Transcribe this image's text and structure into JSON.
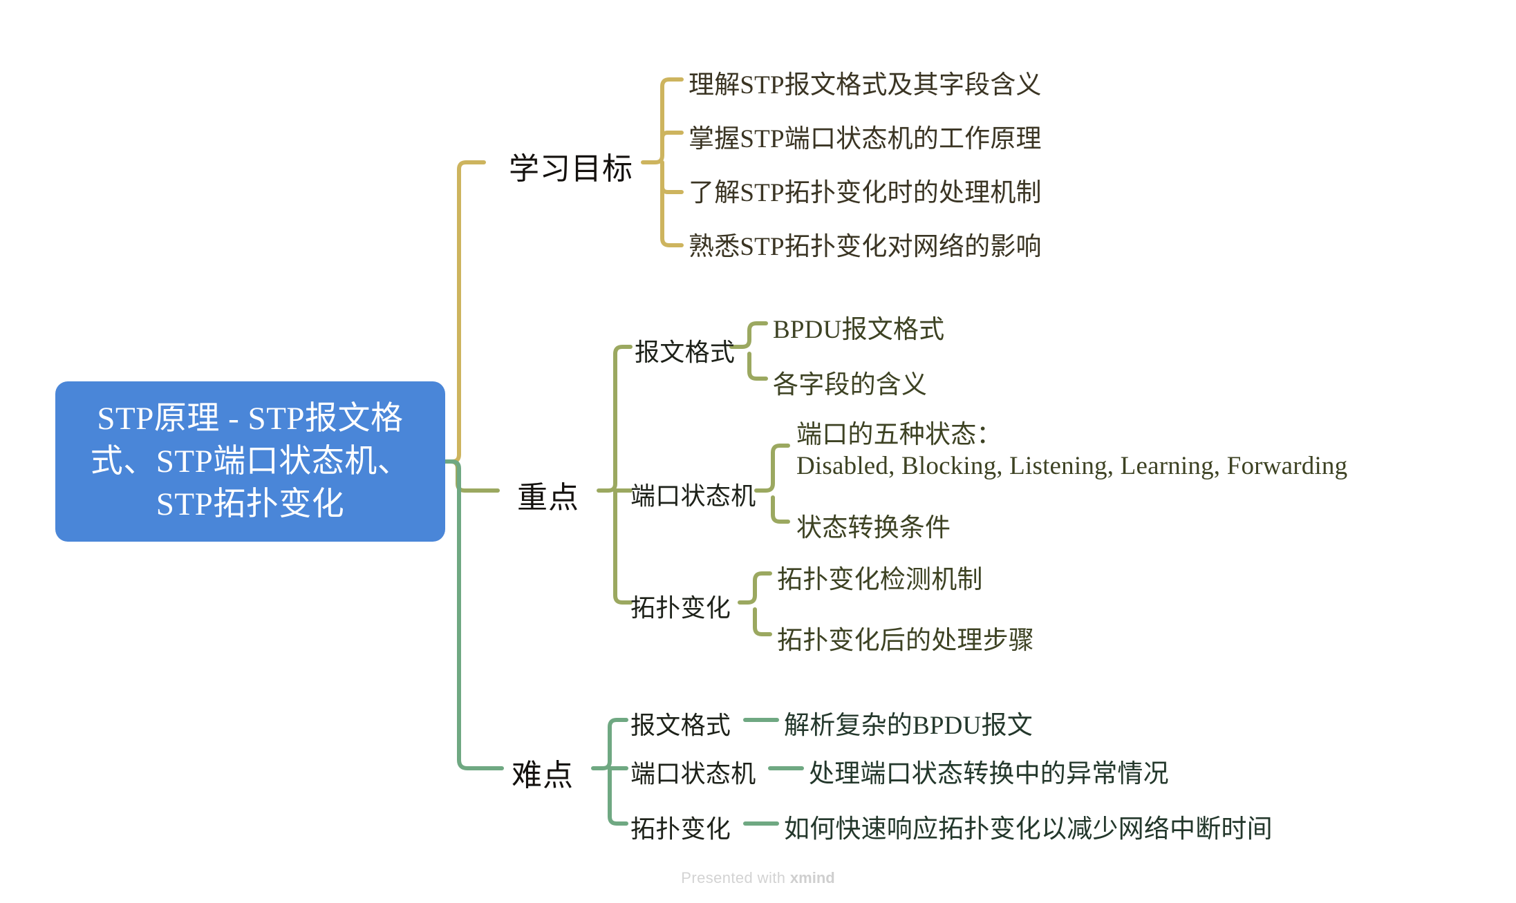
{
  "app": {
    "watermark_prefix": "Presented with",
    "watermark_brand": "xmind"
  },
  "colors": {
    "root_fill": "#4a86d8",
    "root_text": "#ffffff",
    "branch_goal": "#cdb45e",
    "branch_key": "#9ba860",
    "branch_hard": "#6fa882",
    "leaf_text_olive": "#3d4223",
    "level1_text": "#14110e",
    "background": "#ffffff",
    "watermark_text": "#d3d3d3"
  },
  "root": {
    "label": "STP原理 - STP报文格\n式、STP端口状态机、\nSTP拓扑变化"
  },
  "branches": [
    {
      "id": "learning-goals",
      "label": "学习目标",
      "color": "#cdb45e",
      "children": [
        {
          "label": "理解STP报文格式及其字段含义"
        },
        {
          "label": "掌握STP端口状态机的工作原理"
        },
        {
          "label": "了解STP拓扑变化时的处理机制"
        },
        {
          "label": "熟悉STP拓扑变化对网络的影响"
        }
      ]
    },
    {
      "id": "key-points",
      "label": "重点",
      "color": "#9ba860",
      "children": [
        {
          "label": "报文格式",
          "children": [
            {
              "label": "BPDU报文格式"
            },
            {
              "label": "各字段的含义"
            }
          ]
        },
        {
          "label": "端口状态机",
          "children": [
            {
              "label": "端口的五种状态：\nDisabled, Blocking, Listening, Learning, Forwarding"
            },
            {
              "label": "状态转换条件"
            }
          ]
        },
        {
          "label": "拓扑变化",
          "children": [
            {
              "label": "拓扑变化检测机制"
            },
            {
              "label": "拓扑变化后的处理步骤"
            }
          ]
        }
      ]
    },
    {
      "id": "difficult-points",
      "label": "难点",
      "color": "#6fa882",
      "children": [
        {
          "label": "报文格式",
          "children": [
            {
              "label": "解析复杂的BPDU报文"
            }
          ]
        },
        {
          "label": "端口状态机",
          "children": [
            {
              "label": "处理端口状态转换中的异常情况"
            }
          ]
        },
        {
          "label": "拓扑变化",
          "children": [
            {
              "label": "如何快速响应拓扑变化以减少网络中断时间"
            }
          ]
        }
      ]
    }
  ]
}
